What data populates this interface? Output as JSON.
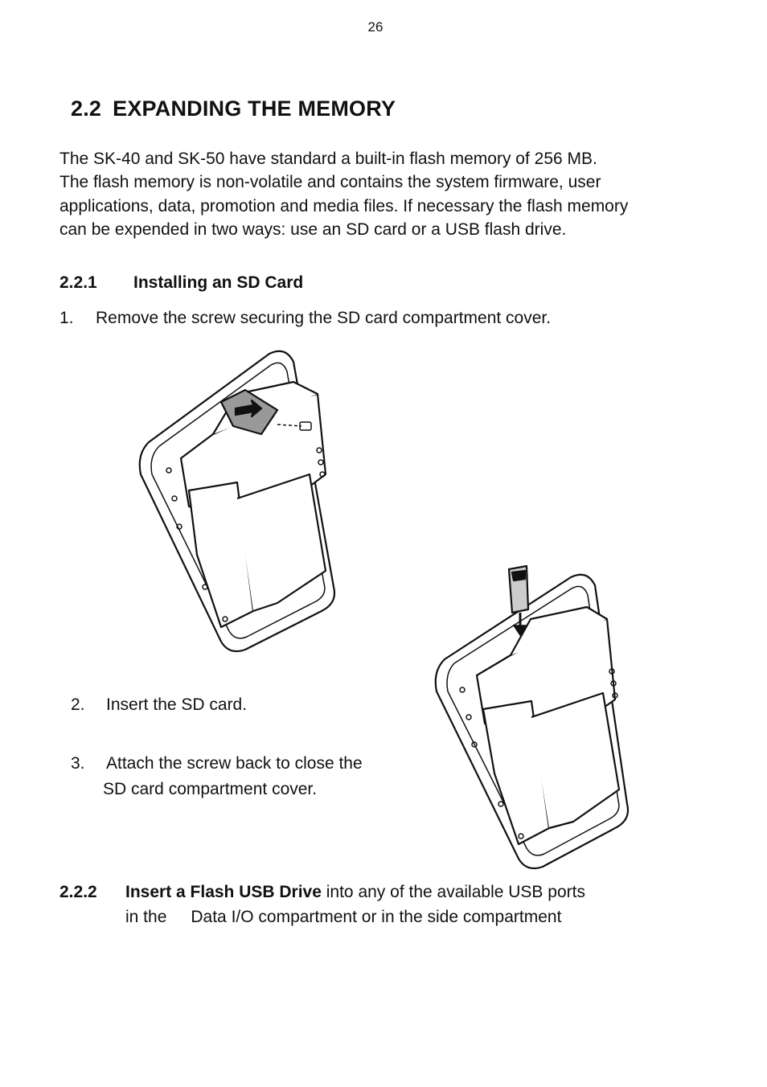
{
  "page_number": "26",
  "section": {
    "number": "2.2",
    "title": "EXPANDING THE MEMORY"
  },
  "intro": {
    "line1": "The SK-40 and SK-50 have standard a built-in flash memory of 256 MB.",
    "line2": "The flash memory is non-volatile and contains the system firmware, user",
    "line3": "applications, data, promotion and media files. If necessary the flash memory",
    "line4": "can be expended in two ways:  use an SD card or a USB flash drive."
  },
  "sub1": {
    "number": "2.2.1",
    "title": "Installing an SD Card",
    "steps": [
      {
        "n": "1.",
        "text": "Remove the screw securing the SD card compartment cover."
      },
      {
        "n": "2.",
        "text": "Insert the SD card."
      },
      {
        "n": "3.",
        "text": "Attach the screw back to close the",
        "cont": "SD card compartment cover."
      }
    ]
  },
  "sub2": {
    "number": "2.2.2",
    "bold": "Insert a Flash USB Drive",
    "rest": " into any of the available USB ports",
    "line2a": "in the",
    "line2b": "Data I/O compartment or in the side compartment"
  }
}
